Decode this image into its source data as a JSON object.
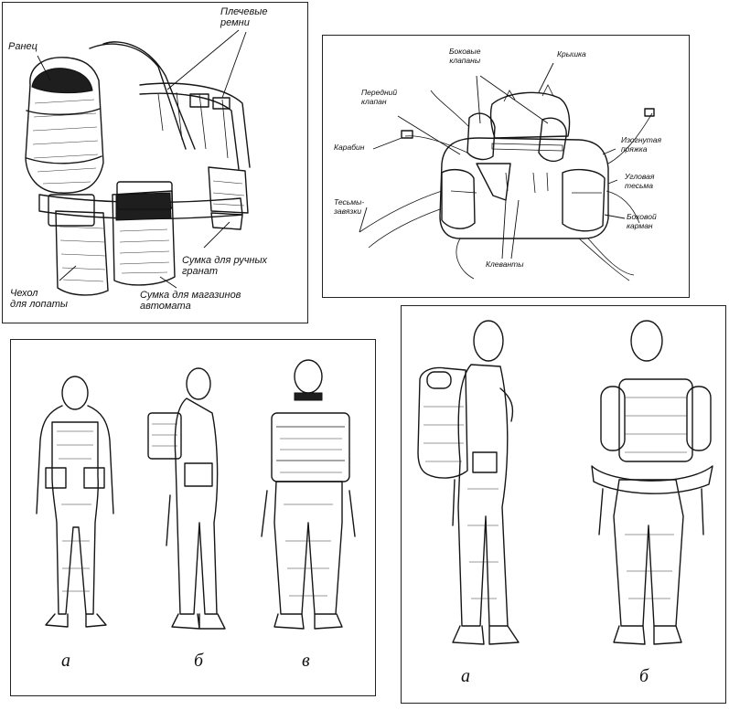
{
  "panel_backpack": {
    "labels": {
      "ranets": "Ранец",
      "shoulder_straps": "Плечевые\nремни",
      "grenade_pouch": "Сумка для ручных\nгранат",
      "magazine_pouch": "Сумка для магазинов\nавтомата",
      "shovel_cover": "Чехол\nдля лопаты"
    }
  },
  "panel_rucksack": {
    "labels": {
      "side_flaps": "Боковые\nклапаны",
      "lid": "Крышка",
      "front_flap": "Передний\nклапан",
      "carabiner": "Карабин",
      "bent_buckle": "Изогнутая\nпряжка",
      "corner_strap": "Угловая\nтесьма",
      "tie_straps": "Тесьмы-\nзавязки",
      "side_pocket": "Боковой\nкарман",
      "loops": "Клеванты"
    }
  },
  "panel_soldiers": {
    "captions": [
      "а",
      "б",
      "в"
    ]
  },
  "panel_hikers": {
    "captions": [
      "а",
      "б"
    ]
  }
}
